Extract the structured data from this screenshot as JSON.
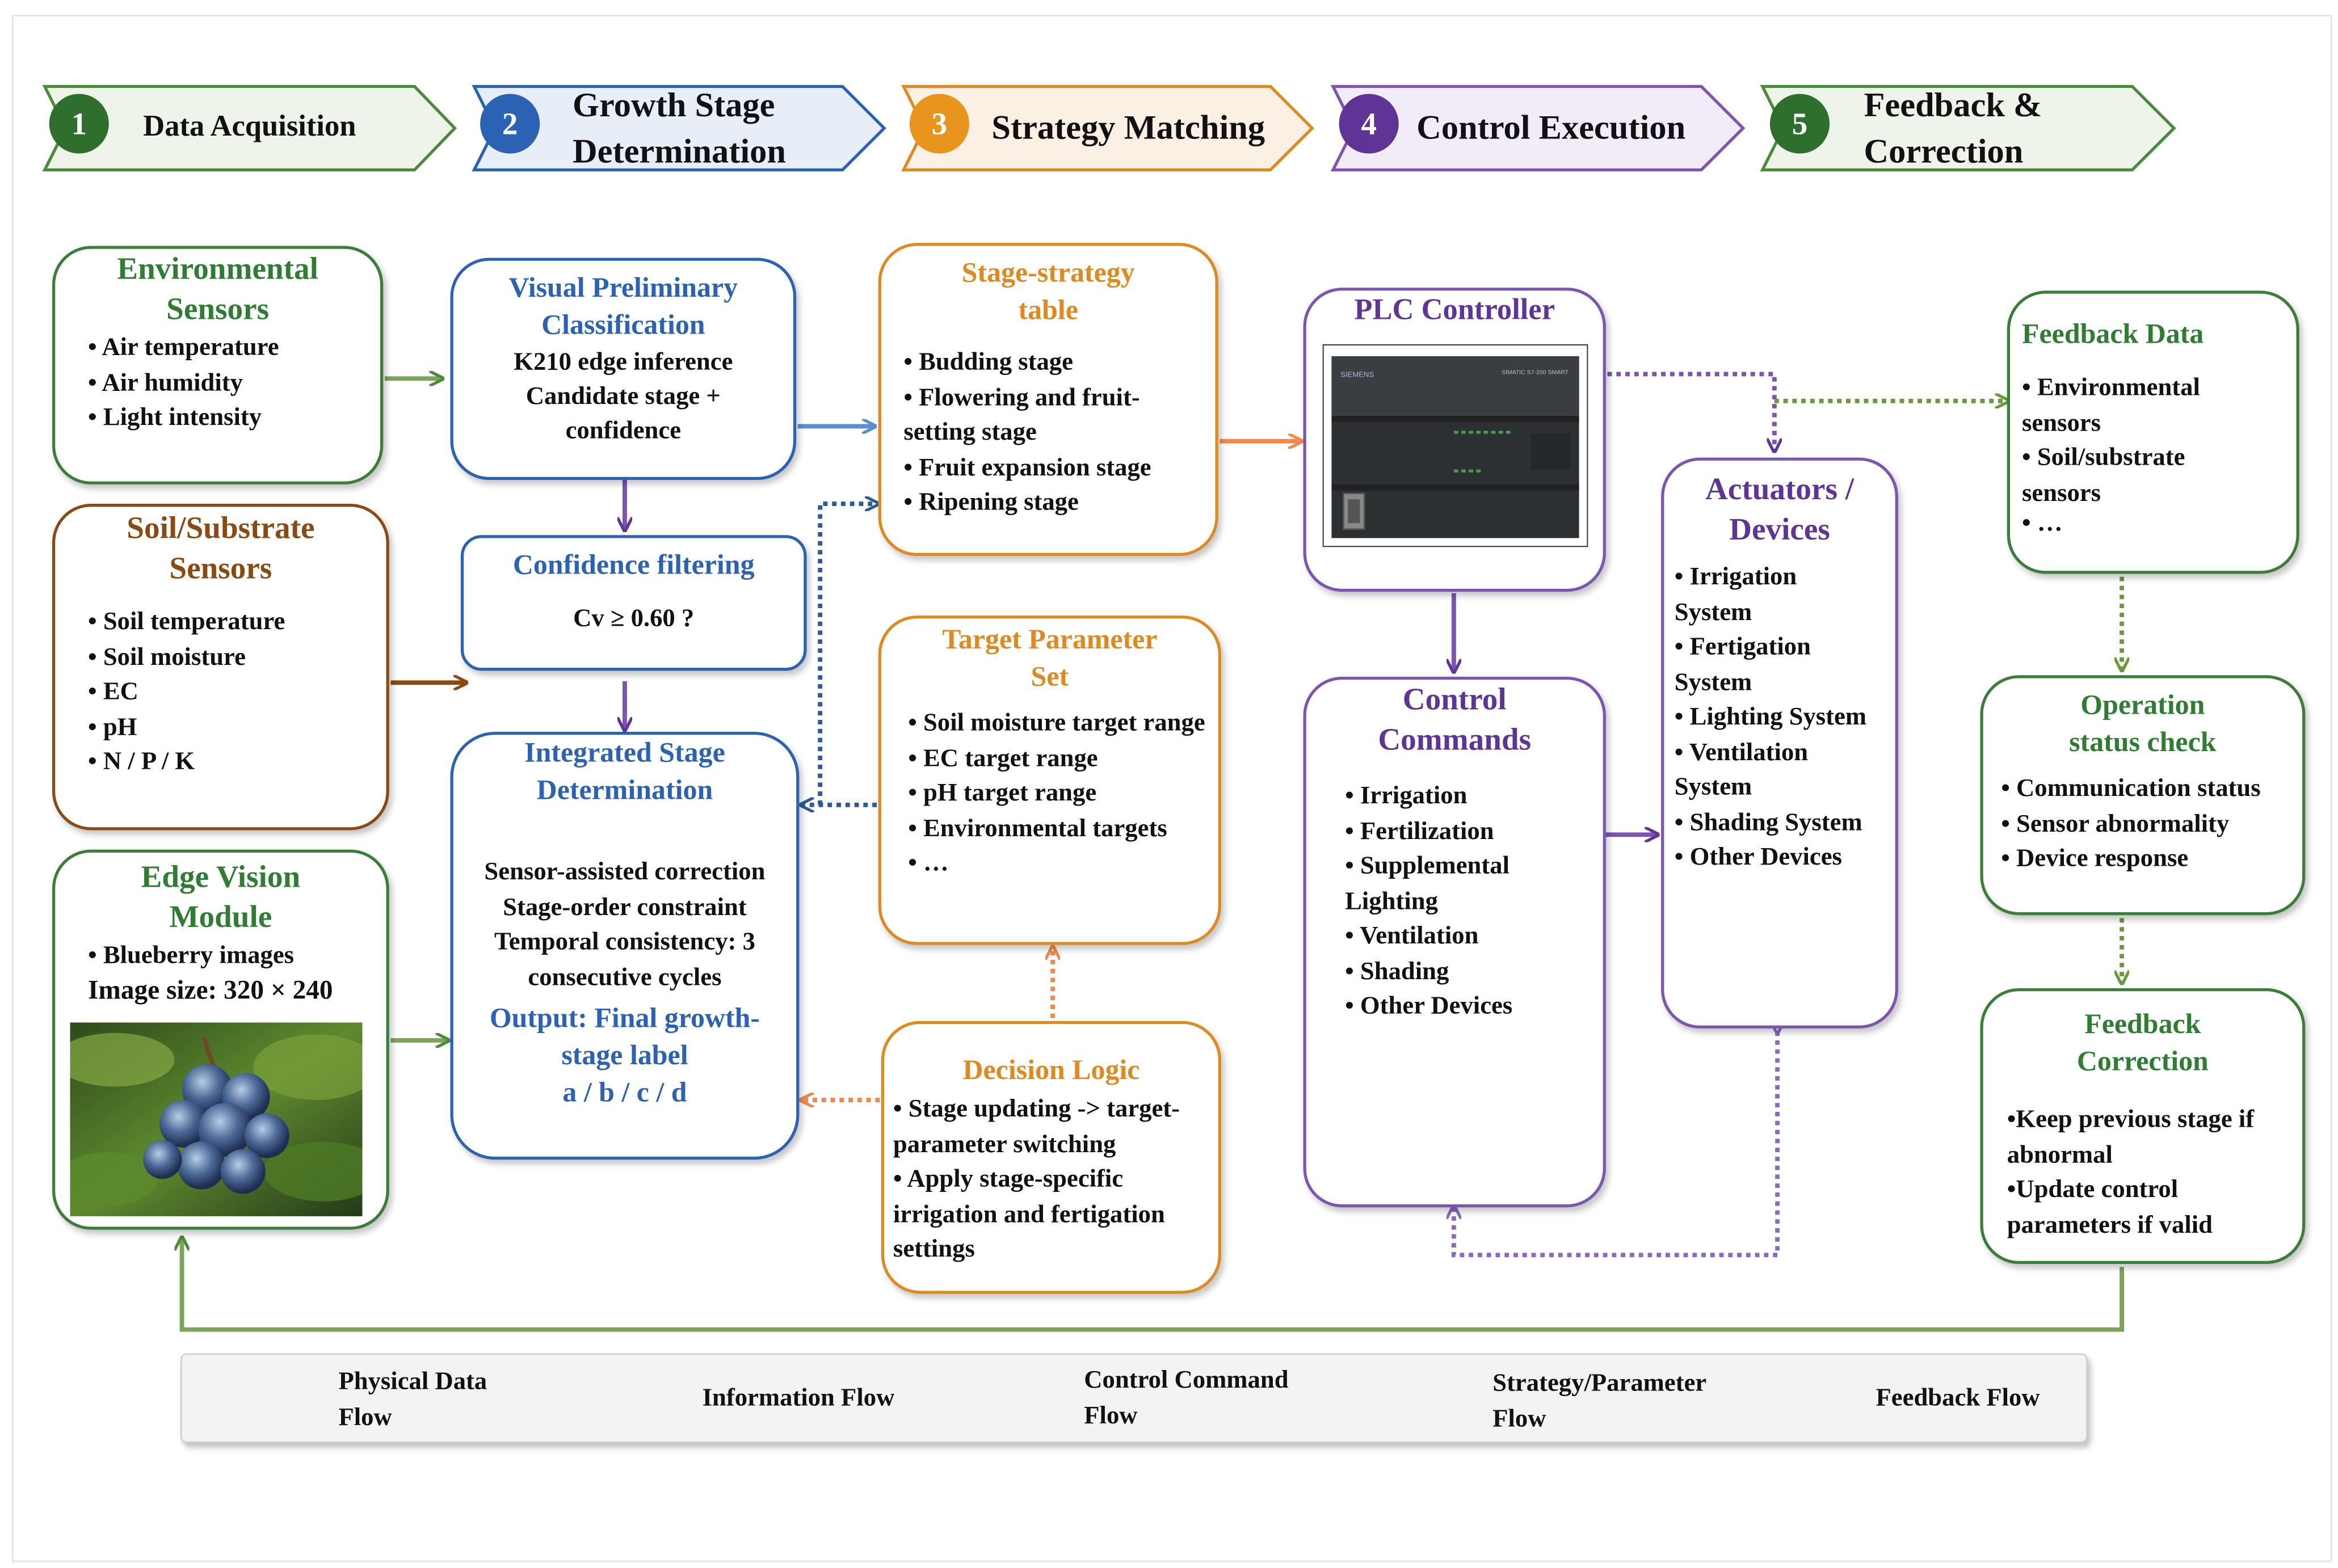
{
  "steps": [
    {
      "num": "1",
      "label": "Data Acquisition"
    },
    {
      "num": "2",
      "label": "Growth Stage Determination"
    },
    {
      "num": "3",
      "label": "Strategy Matching"
    },
    {
      "num": "4",
      "label": "Control Execution"
    },
    {
      "num": "5",
      "label": "Feedback & Correction"
    }
  ],
  "env": {
    "title": "Environmental Sensors",
    "items": [
      "• Air temperature",
      "• Air humidity",
      "• Light intensity"
    ]
  },
  "soil": {
    "title": "Soil/Substrate Sensors",
    "items": [
      "• Soil temperature",
      "• Soil moisture",
      "• EC",
      "• pH",
      "• N / P / K"
    ]
  },
  "edge": {
    "title": "Edge Vision Module",
    "items": [
      "• Blueberry images",
      "Image size: 320 × 240"
    ]
  },
  "visual": {
    "title": "Visual Preliminary Classification",
    "lines": [
      "K210 edge inference",
      "Candidate stage +",
      "confidence"
    ]
  },
  "conf": {
    "title": "Confidence filtering",
    "formula": "Cv ≥ 0.60 ?"
  },
  "integrated": {
    "title": "Integrated Stage Determination",
    "lines": [
      "Sensor-assisted correction",
      "Stage-order constraint",
      "Temporal consistency: 3",
      "consecutive cycles"
    ],
    "output": "Output: Final growth-stage label",
    "labels": "a / b / c / d"
  },
  "stagetable": {
    "title": "Stage-strategy table",
    "items": [
      "• Budding stage",
      "• Flowering and fruit-setting stage",
      "• Fruit expansion stage",
      "• Ripening stage"
    ]
  },
  "target": {
    "title": "Target Parameter Set",
    "items": [
      "• Soil moisture target range",
      "• EC target range",
      "• pH target range",
      "• Environmental targets",
      "• …"
    ]
  },
  "decision": {
    "title": "Decision Logic",
    "items": [
      "• Stage updating -> target-parameter switching",
      "• Apply stage-specific irrigation and fertigation settings"
    ]
  },
  "plc": {
    "title": "PLC Controller",
    "device_brand": "SIEMENS",
    "device_model": "SIMATIC S7-200 SMART"
  },
  "commands": {
    "title": "Control Commands",
    "items": [
      "• Irrigation",
      "• Fertilization",
      "• Supplemental Lighting",
      "• Ventilation",
      "• Shading",
      "• Other Devices"
    ]
  },
  "actuators": {
    "title": "Actuators / Devices",
    "items": [
      "• Irrigation System",
      "• Fertigation System",
      "• Lighting System",
      "• Ventilation System",
      "• Shading System",
      "• Other Devices"
    ]
  },
  "feedbackdata": {
    "title": "Feedback Data",
    "items": [
      "• Environmental sensors",
      "• Soil/substrate sensors",
      "• …"
    ]
  },
  "opstatus": {
    "title": "Operation status check",
    "items": [
      "• Communication status",
      "• Sensor abnormality",
      "• Device response"
    ]
  },
  "fbcorr": {
    "title": "Feedback Correction",
    "items": [
      "•Keep previous stage if abnormal",
      "•Update control parameters if valid"
    ]
  },
  "legend": [
    {
      "label": "Physical Data Flow",
      "style": "solid",
      "color": "#4a8a3a"
    },
    {
      "label": "Information Flow",
      "style": "dotted",
      "color": "#2f5a9a"
    },
    {
      "label": "Control Command Flow",
      "style": "solid",
      "color": "#5e3596"
    },
    {
      "label": "Strategy/Parameter Flow",
      "style": "dotted",
      "color": "#f0894a"
    },
    {
      "label": "Feedback Flow",
      "style": "dotted",
      "color": "#6a9a3a"
    }
  ],
  "colors": {
    "green": "#2e7d32",
    "brown": "#8a4a12",
    "blue": "#2b62b3",
    "orange": "#e0891e",
    "purple": "#5e3596"
  }
}
